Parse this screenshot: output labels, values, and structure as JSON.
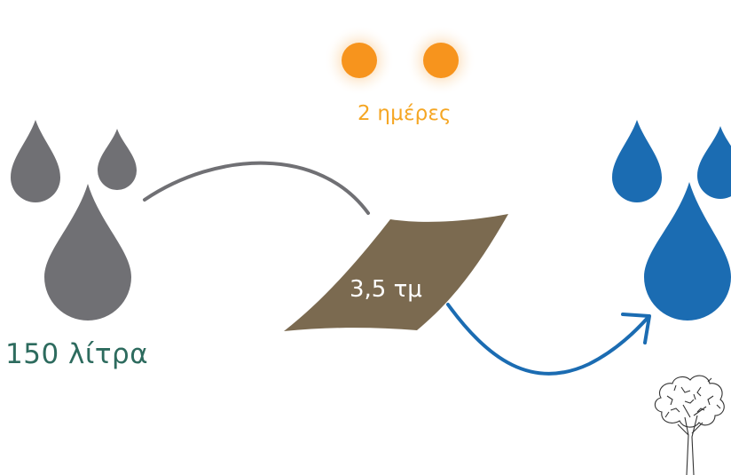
{
  "labels": {
    "days": "2 ημέρες",
    "area": "3,5 τμ",
    "volume": "150 λίτρα"
  },
  "icons": {
    "sun": "sun-glow-icon",
    "gray_drops": "water-drop-icon",
    "blue_drops": "water-drop-icon",
    "tree": "tree-sketch-icon"
  },
  "colors": {
    "gray_drop": "#707074",
    "blue_drop": "#1b6cb2",
    "sun": "#f7941d",
    "cloth": "#7b6a50",
    "volume_text": "#2d6b5e",
    "days_text": "#f5a623",
    "gray_arrow": "#707074",
    "blue_arrow": "#1b6cb2"
  }
}
